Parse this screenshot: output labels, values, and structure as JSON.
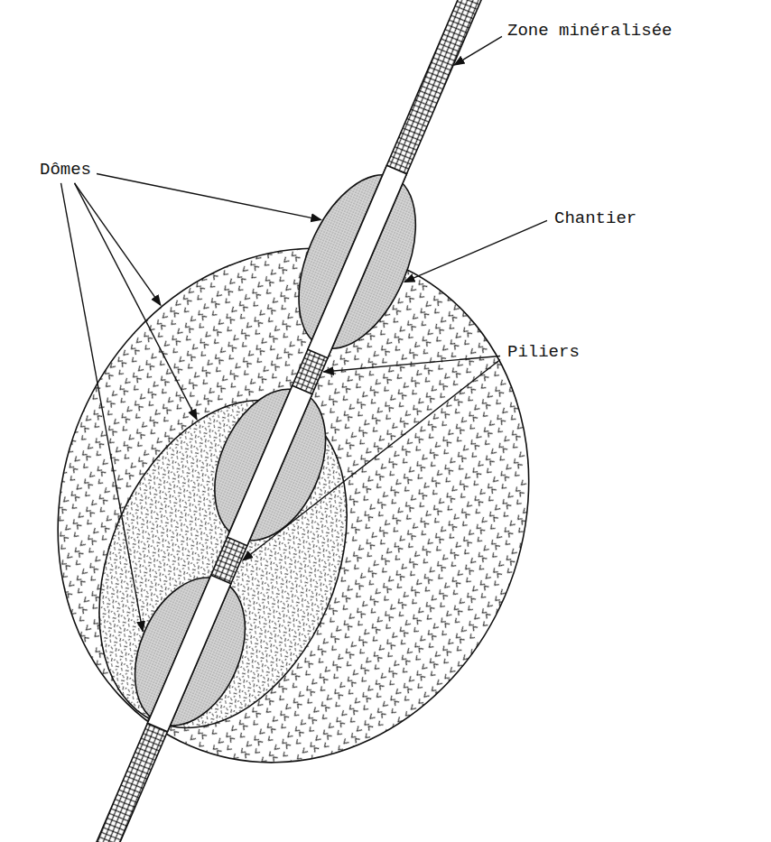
{
  "diagram": {
    "labels": [
      "Zone minéralisée",
      "Chantier",
      "Dômes",
      "Piliers"
    ]
  }
}
